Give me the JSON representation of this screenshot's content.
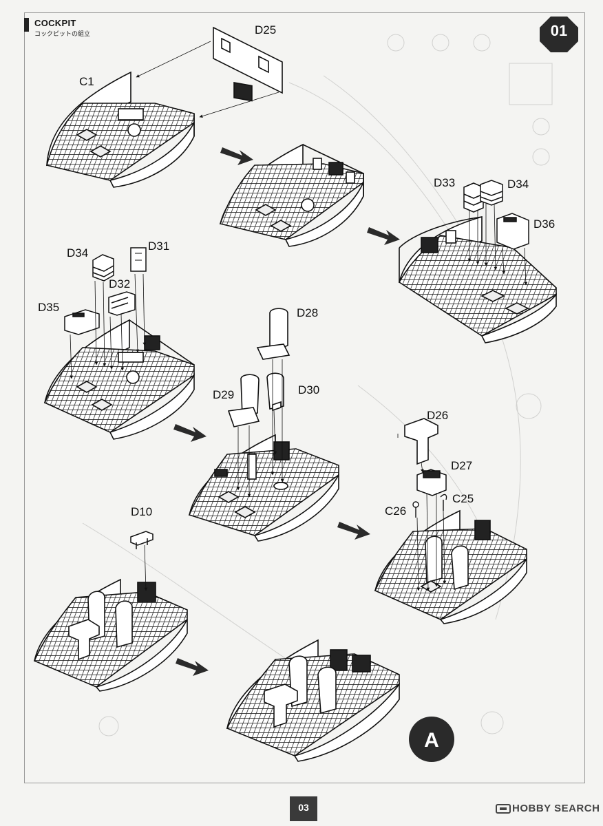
{
  "section": {
    "title": "COCKPIT",
    "subtitle": "コックピットの組立"
  },
  "step_number": "01",
  "subassembly_marker": "A",
  "part_labels": {
    "c1": "C1",
    "d25": "D25",
    "d33": "D33",
    "d34_top": "D34",
    "d36": "D36",
    "d34_left": "D34",
    "d31": "D31",
    "d32": "D32",
    "d35": "D35",
    "d28": "D28",
    "d29": "D29",
    "d30": "D30",
    "d26": "D26",
    "d27": "D27",
    "c26": "C26",
    "c25": "C25",
    "d10": "D10"
  },
  "page_number": "03",
  "watermark": "HOBBY SEARCH",
  "colors": {
    "ink": "#111111",
    "paper": "#f4f4f2",
    "badge": "#2a2a2a"
  }
}
